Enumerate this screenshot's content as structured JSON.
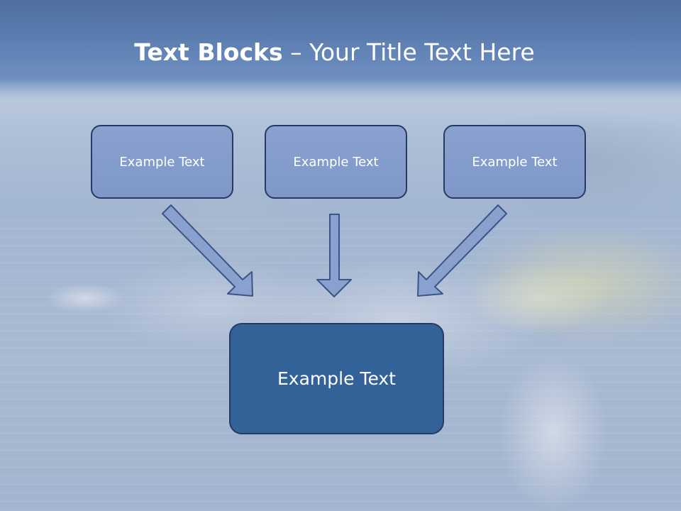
{
  "slide": {
    "title": {
      "bold": "Text Blocks",
      "regular": " – Your Title Text Here"
    },
    "top_boxes": [
      {
        "label": "Example Text"
      },
      {
        "label": "Example Text"
      },
      {
        "label": "Example Text"
      }
    ],
    "bottom_box": {
      "label": "Example Text"
    }
  },
  "colors": {
    "box_fill": "#8aa1cf",
    "box_border": "#253b64",
    "main_box_fill": "#336299",
    "arrow_fill": "#8aa1cf"
  }
}
